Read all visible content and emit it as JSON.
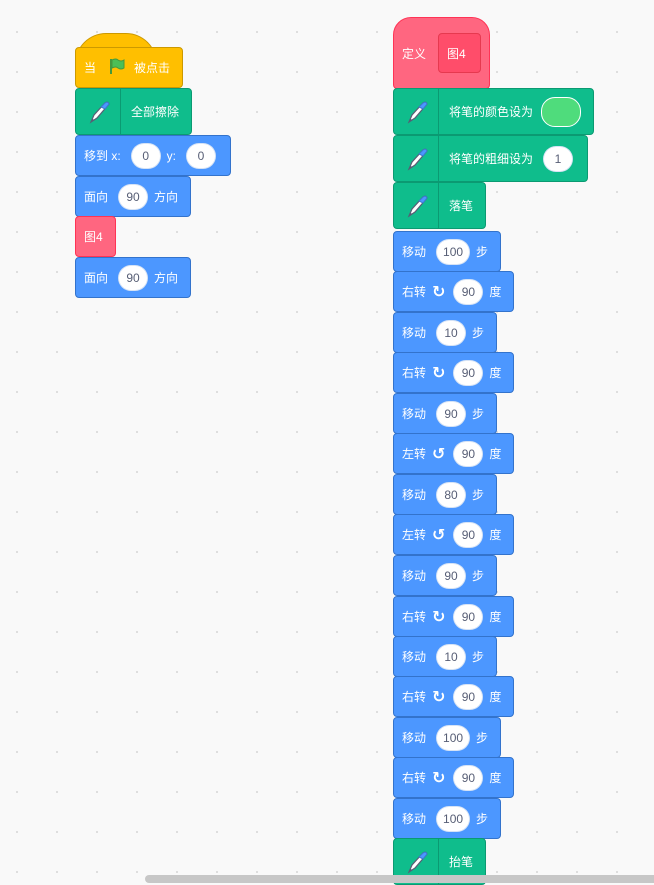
{
  "left_script": [
    {
      "category": "event",
      "parts": [
        {
          "text": "当"
        },
        {
          "icon": "green-flag-icon"
        },
        {
          "text": "被点击"
        }
      ]
    },
    {
      "category": "pen",
      "parts": [
        {
          "icon": "pen-icon"
        },
        {
          "text": "全部擦除"
        }
      ]
    },
    {
      "category": "motion",
      "parts": [
        {
          "text": "移到 x:"
        },
        {
          "input": "0"
        },
        {
          "text": "y:"
        },
        {
          "input": "0"
        }
      ]
    },
    {
      "category": "motion",
      "parts": [
        {
          "text": "面向"
        },
        {
          "input": "90"
        },
        {
          "text": "方向"
        }
      ]
    },
    {
      "category": "custom",
      "parts": [
        {
          "text": "图4"
        }
      ]
    },
    {
      "category": "motion",
      "parts": [
        {
          "text": "面向"
        },
        {
          "input": "90"
        },
        {
          "text": "方向"
        }
      ]
    }
  ],
  "right_script": [
    {
      "category": "define",
      "parts": [
        {
          "text": "定义"
        },
        {
          "proto": "图4"
        }
      ]
    },
    {
      "category": "pen",
      "parts": [
        {
          "icon": "pen-icon"
        },
        {
          "text": "将笔的颜色设为"
        },
        {
          "color": "#4fdc7c"
        }
      ]
    },
    {
      "category": "pen",
      "parts": [
        {
          "icon": "pen-icon"
        },
        {
          "text": "将笔的粗细设为"
        },
        {
          "input": "1"
        }
      ]
    },
    {
      "category": "pen",
      "parts": [
        {
          "icon": "pen-icon"
        },
        {
          "text": "落笔"
        }
      ]
    },
    {
      "category": "motion",
      "parts": [
        {
          "text": "移动"
        },
        {
          "input": "100"
        },
        {
          "text": "步"
        }
      ]
    },
    {
      "category": "motion",
      "parts": [
        {
          "text": "右转"
        },
        {
          "icon": "rotate-right-icon"
        },
        {
          "input": "90"
        },
        {
          "text": "度"
        }
      ]
    },
    {
      "category": "motion",
      "parts": [
        {
          "text": "移动"
        },
        {
          "input": "10"
        },
        {
          "text": "步"
        }
      ]
    },
    {
      "category": "motion",
      "parts": [
        {
          "text": "右转"
        },
        {
          "icon": "rotate-right-icon"
        },
        {
          "input": "90"
        },
        {
          "text": "度"
        }
      ]
    },
    {
      "category": "motion",
      "parts": [
        {
          "text": "移动"
        },
        {
          "input": "90"
        },
        {
          "text": "步"
        }
      ]
    },
    {
      "category": "motion",
      "parts": [
        {
          "text": "左转"
        },
        {
          "icon": "rotate-left-icon"
        },
        {
          "input": "90"
        },
        {
          "text": "度"
        }
      ]
    },
    {
      "category": "motion",
      "parts": [
        {
          "text": "移动"
        },
        {
          "input": "80"
        },
        {
          "text": "步"
        }
      ]
    },
    {
      "category": "motion",
      "parts": [
        {
          "text": "左转"
        },
        {
          "icon": "rotate-left-icon"
        },
        {
          "input": "90"
        },
        {
          "text": "度"
        }
      ]
    },
    {
      "category": "motion",
      "parts": [
        {
          "text": "移动"
        },
        {
          "input": "90"
        },
        {
          "text": "步"
        }
      ]
    },
    {
      "category": "motion",
      "parts": [
        {
          "text": "右转"
        },
        {
          "icon": "rotate-right-icon"
        },
        {
          "input": "90"
        },
        {
          "text": "度"
        }
      ]
    },
    {
      "category": "motion",
      "parts": [
        {
          "text": "移动"
        },
        {
          "input": "10"
        },
        {
          "text": "步"
        }
      ]
    },
    {
      "category": "motion",
      "parts": [
        {
          "text": "右转"
        },
        {
          "icon": "rotate-right-icon"
        },
        {
          "input": "90"
        },
        {
          "text": "度"
        }
      ]
    },
    {
      "category": "motion",
      "parts": [
        {
          "text": "移动"
        },
        {
          "input": "100"
        },
        {
          "text": "步"
        }
      ]
    },
    {
      "category": "motion",
      "parts": [
        {
          "text": "右转"
        },
        {
          "icon": "rotate-right-icon"
        },
        {
          "input": "90"
        },
        {
          "text": "度"
        }
      ]
    },
    {
      "category": "motion",
      "parts": [
        {
          "text": "移动"
        },
        {
          "input": "100"
        },
        {
          "text": "步"
        }
      ]
    },
    {
      "category": "pen",
      "parts": [
        {
          "icon": "pen-icon"
        },
        {
          "text": "抬笔"
        }
      ]
    }
  ]
}
